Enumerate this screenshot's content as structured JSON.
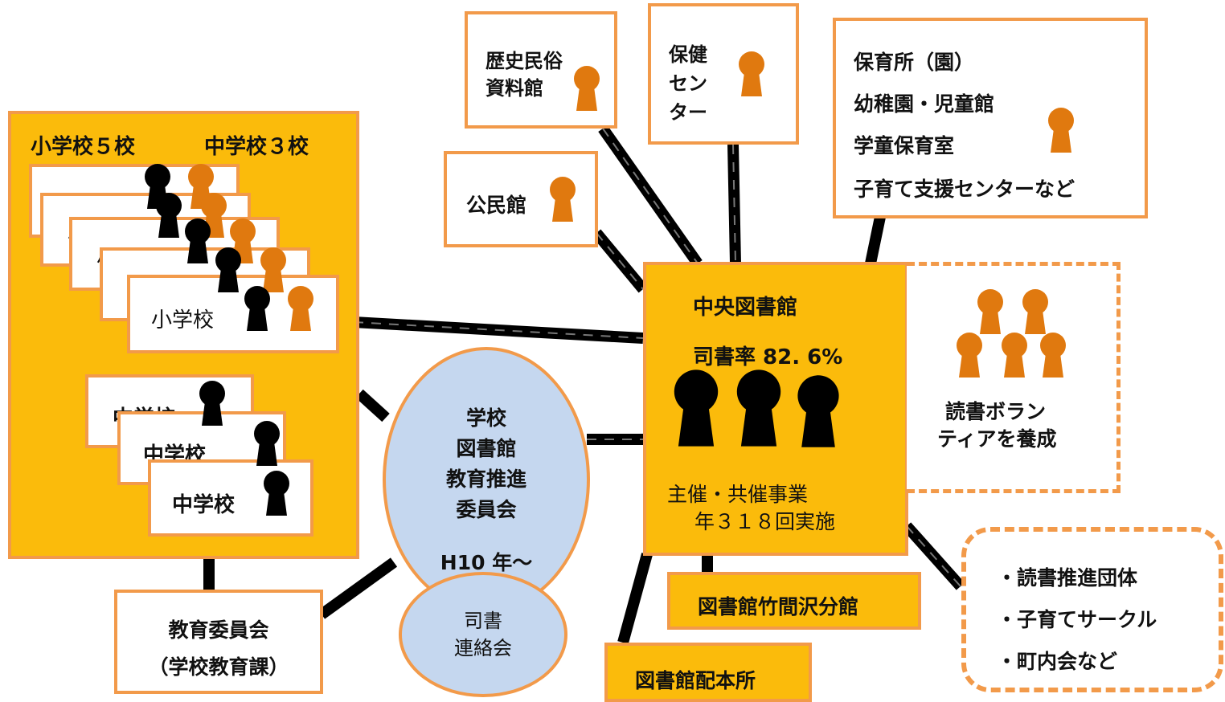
{
  "colors": {
    "gold": "#fbbb0b",
    "orange_border": "#f29a4a",
    "person_orange": "#e0790f",
    "person_black": "#000000",
    "ellipse_blue": "#c5d7ef"
  },
  "icons": [
    "person-black-icon",
    "person-orange-icon"
  ],
  "schools": {
    "header_elementary": "小学校５校",
    "header_junior": "中学校３校",
    "elementary_label": "小学校",
    "junior_label": "中学校"
  },
  "top": {
    "history_museum": [
      "歴史民俗",
      "資料館"
    ],
    "health_center": [
      "保健",
      "セン",
      "ター"
    ],
    "childcare": [
      "保育所（園）",
      "幼稚園・児童館",
      "学童保育室",
      "子育て支援センターなど"
    ],
    "community_hall": "公民館"
  },
  "central": {
    "title": "中央図書館",
    "rate": "司書率 82. 6%",
    "events_line1": "主催・共催事業",
    "events_line2": "年３１８回実施"
  },
  "volunteer": [
    "読書ボラン",
    "ティアを養成"
  ],
  "committee": {
    "lines": [
      "学校",
      "図書館",
      "教育推進",
      "委員会"
    ],
    "since": "H10 年～"
  },
  "librarian_meeting": [
    "司書",
    "連絡会"
  ],
  "board": [
    "教育委員会",
    "（学校教育課）"
  ],
  "branch": "図書館竹間沢分館",
  "depot": "図書館配本所",
  "groups": [
    "・読書推進団体",
    "・子育てサークル",
    "・町内会など"
  ]
}
